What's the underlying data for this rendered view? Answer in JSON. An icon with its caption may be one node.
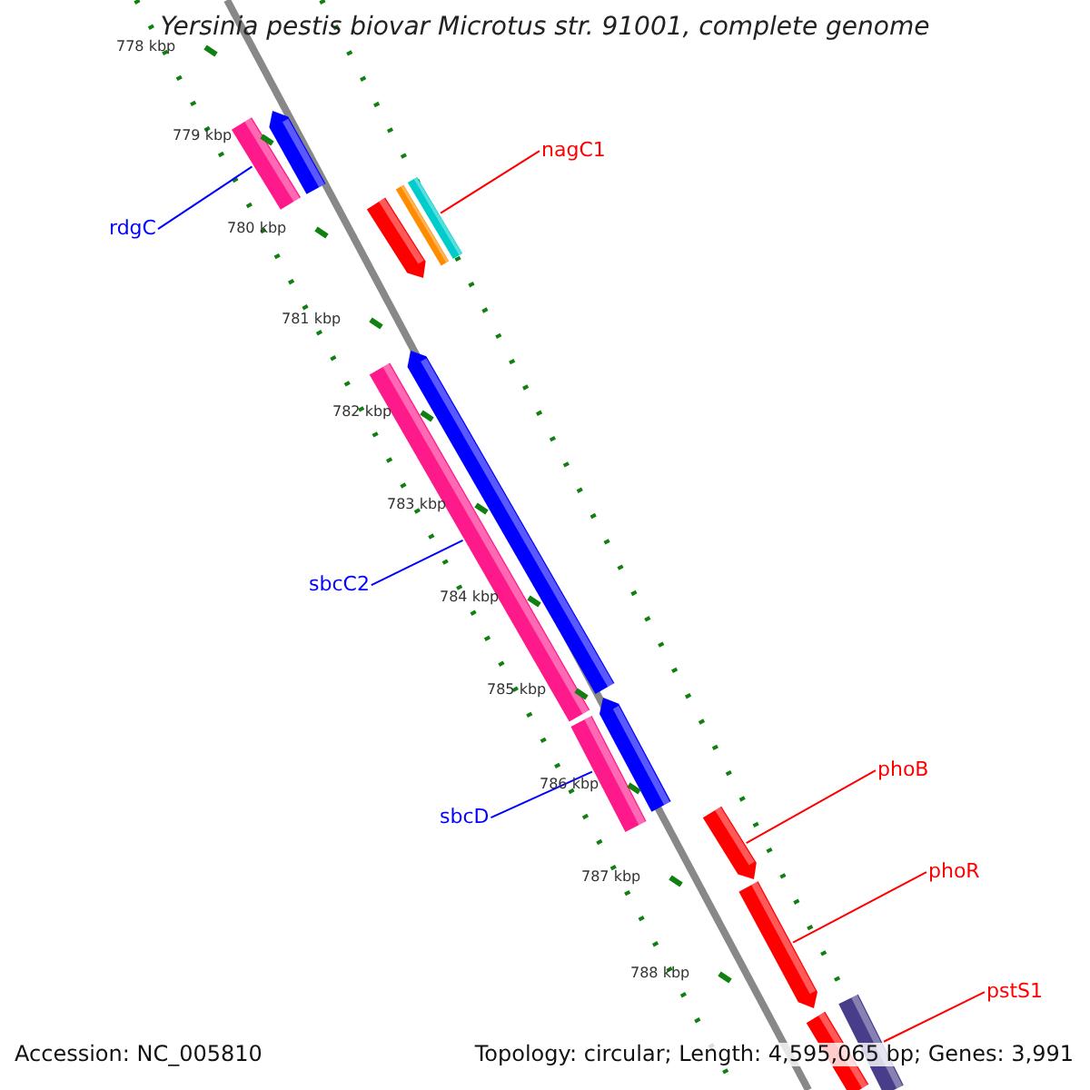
{
  "diagram": {
    "title": "Yersinia pestis biovar Microtus str. 91001, complete genome",
    "nodes": [
      {
        "text": [],
        "shape": "bar"
      },
      {
        "text": [],
        "shape": "bar"
      },
      {
        "text": [
          "rdgC"
        ]
      },
      {
        "text": [
          "nagC1"
        ]
      },
      {
        "text": [],
        "shape": "bar"
      },
      {
        "text": [],
        "shape": "bar"
      },
      {
        "text": [],
        "shape": "bar"
      },
      {
        "text": [],
        "shape": "bar"
      },
      {
        "text": [],
        "shape": "bar"
      },
      {
        "text": [
          "sbcC2"
        ]
      },
      {
        "text": [],
        "shape": "bar"
      },
      {
        "text": [],
        "shape": "bar"
      },
      {
        "text": [
          "sbcD"
        ]
      },
      {
        "text": [
          "phoB"
        ]
      },
      {
        "text": [],
        "shape": "bar"
      },
      {
        "text": [
          "phoR"
        ]
      },
      {
        "text": [],
        "shape": "bar"
      },
      {
        "text": [
          "pstS1"
        ]
      },
      {
        "text": [],
        "shape": "bar"
      },
      {
        "text": [],
        "shape": "bar"
      }
    ],
    "edges": [
      {
        "from": 2,
        "to": 0,
        "arrow": "none",
        "color": "#0000ff"
      },
      {
        "from": 3,
        "to": 6,
        "arrow": "none"
      },
      {
        "from": 9,
        "to": 7,
        "arrow": "none",
        "color": "#0000ff"
      },
      {
        "from": 12,
        "to": 10,
        "arrow": "none",
        "color": "#0000ff"
      },
      {
        "from": 13,
        "to": 14,
        "arrow": "none"
      },
      {
        "from": 15,
        "to": 16,
        "arrow": "none"
      },
      {
        "from": 17,
        "to": 19,
        "arrow": "none"
      }
    ],
    "labels": [
      "778 kbp",
      "779 kbp",
      "780 kbp",
      "781 kbp",
      "782 kbp",
      "783 kbp",
      "784 kbp",
      "785 kbp",
      "786 kbp",
      "787 kbp",
      "788 kbp",
      "Accession: NC_005810",
      "Topology: circular; Length: 4,595,065 bp; Genes: 3,991"
    ]
  }
}
